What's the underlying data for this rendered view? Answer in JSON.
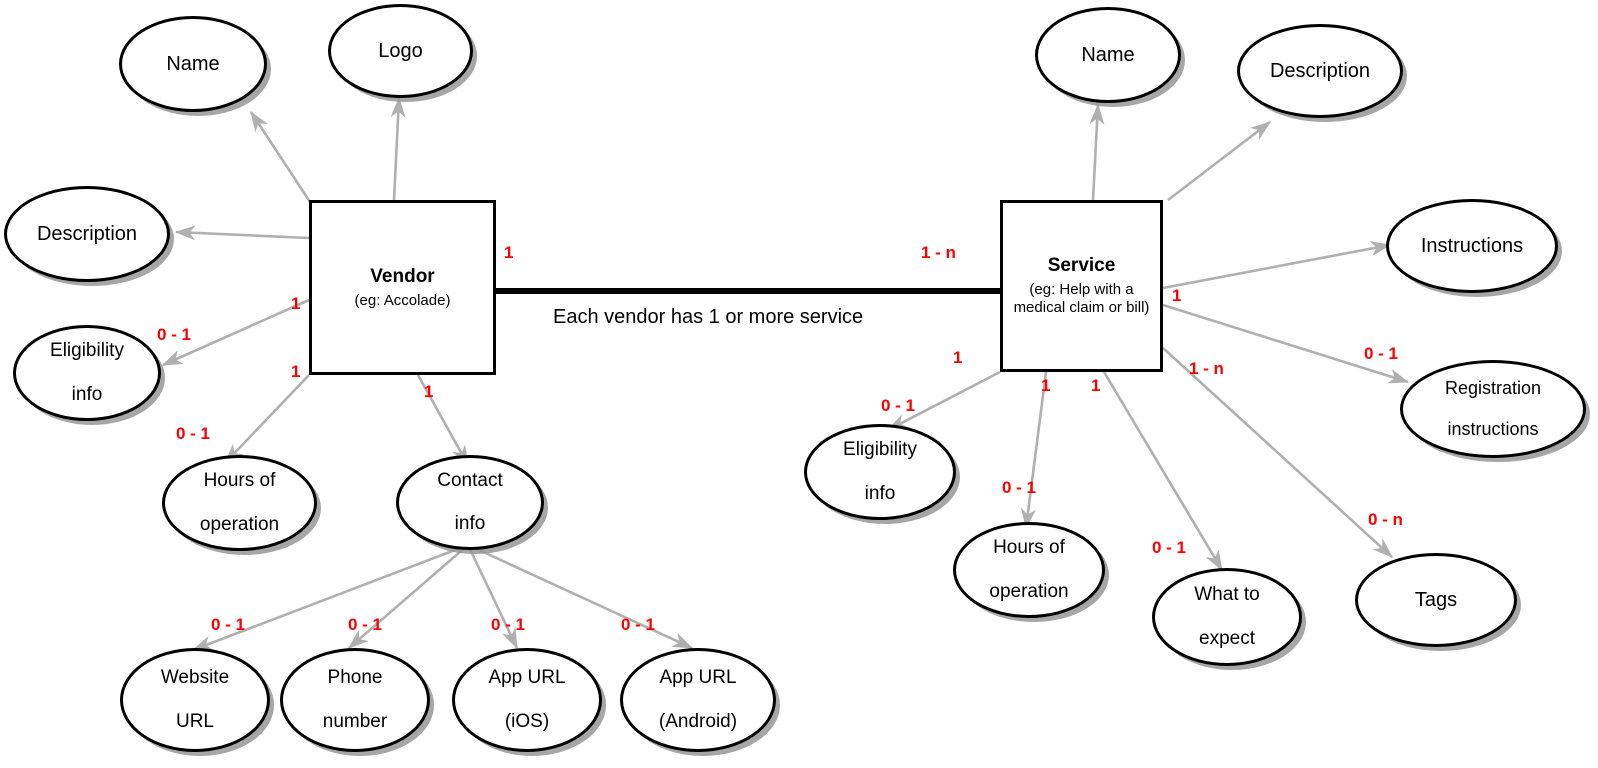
{
  "diagram": {
    "type": "entity-relationship-diagram",
    "colors": {
      "cardinality": "#ff0000",
      "entity_border": "#000000",
      "attribute_border": "#000000",
      "edge": "#b3b3b3",
      "relationship_line": "#000000",
      "background": "#ffffff"
    },
    "relationship": {
      "label": "Each vendor has 1 or more service",
      "left_cardinality": "1",
      "right_cardinality": "1 - n"
    },
    "entities": [
      {
        "id": "vendor",
        "title": "Vendor",
        "subtitle": "(eg: Accolade)"
      },
      {
        "id": "service",
        "title": "Service",
        "subtitle": "(eg: Help with a medical claim or bill)",
        "subtitle_line1": "(eg: Help with a",
        "subtitle_line2": "medical claim or bill)"
      }
    ],
    "attributes": [
      {
        "id": "vendor-name",
        "owner": "vendor",
        "label": "Name",
        "line1": "Name",
        "line2": "",
        "cardinality": ""
      },
      {
        "id": "vendor-logo",
        "owner": "vendor",
        "label": "Logo",
        "line1": "Logo",
        "line2": "",
        "cardinality": ""
      },
      {
        "id": "vendor-description",
        "owner": "vendor",
        "label": "Description",
        "line1": "Description",
        "line2": "",
        "cardinality": ""
      },
      {
        "id": "vendor-eligibility",
        "owner": "vendor",
        "label": "Eligibility info",
        "line1": "Eligibility",
        "line2": "info",
        "cardinality": "0 - 1"
      },
      {
        "id": "vendor-hours",
        "owner": "vendor",
        "label": "Hours of operation",
        "line1": "Hours of",
        "line2": "operation",
        "cardinality": "0 - 1"
      },
      {
        "id": "vendor-contact",
        "owner": "vendor",
        "label": "Contact info",
        "line1": "Contact",
        "line2": "info",
        "cardinality": ""
      },
      {
        "id": "contact-website",
        "owner": "vendor-contact",
        "label": "Website URL",
        "line1": "Website",
        "line2": "URL",
        "cardinality": "0 - 1"
      },
      {
        "id": "contact-phone",
        "owner": "vendor-contact",
        "label": "Phone number",
        "line1": "Phone",
        "line2": "number",
        "cardinality": "0 - 1"
      },
      {
        "id": "contact-app-ios",
        "owner": "vendor-contact",
        "label": "App URL (iOS)",
        "line1": "App URL",
        "line2": "(iOS)",
        "cardinality": "0 - 1"
      },
      {
        "id": "contact-app-android",
        "owner": "vendor-contact",
        "label": "App URL (Android)",
        "line1": "App URL",
        "line2": "(Android)",
        "cardinality": "0 - 1"
      },
      {
        "id": "service-name",
        "owner": "service",
        "label": "Name",
        "line1": "Name",
        "line2": "",
        "cardinality": ""
      },
      {
        "id": "service-description",
        "owner": "service",
        "label": "Description",
        "line1": "Description",
        "line2": "",
        "cardinality": ""
      },
      {
        "id": "service-instructions",
        "owner": "service",
        "label": "Instructions",
        "line1": "Instructions",
        "line2": "",
        "cardinality": ""
      },
      {
        "id": "service-registration",
        "owner": "service",
        "label": "Registration instructions",
        "line1": "Registration",
        "line2": "instructions",
        "cardinality": "0 - 1"
      },
      {
        "id": "service-eligibility",
        "owner": "service",
        "label": "Eligibility info",
        "line1": "Eligibility",
        "line2": "info",
        "cardinality": "0 - 1"
      },
      {
        "id": "service-hours",
        "owner": "service",
        "label": "Hours of operation",
        "line1": "Hours of",
        "line2": "operation",
        "cardinality": "0 - 1"
      },
      {
        "id": "service-what-to-expect",
        "owner": "service",
        "label": "What to expect",
        "line1": "What to",
        "line2": "expect",
        "cardinality": "0 - 1"
      },
      {
        "id": "service-tags",
        "owner": "service",
        "label": "Tags",
        "line1": "Tags",
        "line2": "",
        "cardinality": "0 - n"
      }
    ],
    "edge_cardinalities": {
      "vendor_left_upper": "1",
      "vendor_left_lower": "1",
      "vendor_bottom": "1",
      "vendor_to_eligibility": "0 - 1",
      "vendor_to_hours": "0 - 1",
      "contact_to_website": "0 - 1",
      "contact_to_phone": "0 - 1",
      "contact_to_app_ios": "0 - 1",
      "contact_to_app_android": "0 - 1",
      "service_right_instructions": "1",
      "service_right_registration": "1 - n",
      "service_left_eligibility": "1",
      "service_bottom_hours": "1",
      "service_bottom_expect": "1",
      "service_to_eligibility": "0 - 1",
      "service_to_hours": "0 - 1",
      "service_to_expect": "0 - 1",
      "service_to_registration": "0 - 1",
      "service_to_tags": "0 - n"
    }
  }
}
